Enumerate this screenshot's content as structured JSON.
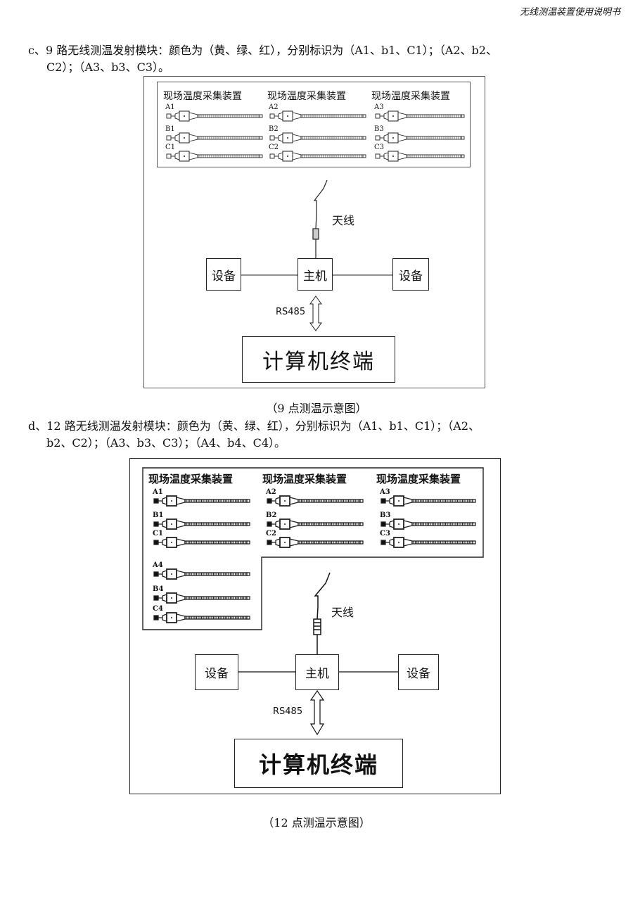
{
  "header": {
    "title": "无线测温装置使用说明书"
  },
  "section_c": {
    "line1": "c、9 路无线测温发射模块：颜色为（黄、绿、红），分别标识为（A1、b1、C1）；（A2、b2、",
    "line2": "C2）；（A3、b3、C3）。"
  },
  "diagram1": {
    "group_title": "现场温度采集装置",
    "groups": [
      {
        "sensors": [
          "A1",
          "B1",
          "C1"
        ]
      },
      {
        "sensors": [
          "A2",
          "B2",
          "C2"
        ]
      },
      {
        "sensors": [
          "A3",
          "B3",
          "C3"
        ]
      }
    ],
    "antenna_label": "天线",
    "host_label": "主机",
    "device_left": "设备",
    "device_right": "设备",
    "link_label": "RS485",
    "terminal_label": "计算机终端",
    "caption": "（9 点测温示意图）"
  },
  "section_d": {
    "line1": "d、12 路无线测温发射模块：颜色为（黄、绿、红），分别标识为（A1、b1、C1）；（A2、",
    "line2": "b2、C2）；（A3、b3、C3）；（A4、b4、C4）。"
  },
  "diagram2": {
    "group_title": "现场温度采集装置",
    "groups": [
      {
        "sensors": [
          "A1",
          "B1",
          "C1"
        ]
      },
      {
        "sensors": [
          "A2",
          "B2",
          "C2"
        ]
      },
      {
        "sensors": [
          "A3",
          "B3",
          "C3"
        ]
      },
      {
        "sensors": [
          "A4",
          "B4",
          "C4"
        ]
      }
    ],
    "antenna_label": "天线",
    "host_label": "主机",
    "device_left": "设备",
    "device_right": "设备",
    "link_label": "RS485",
    "terminal_label": "计算机终端",
    "caption": "（12 点测温示意图）"
  }
}
